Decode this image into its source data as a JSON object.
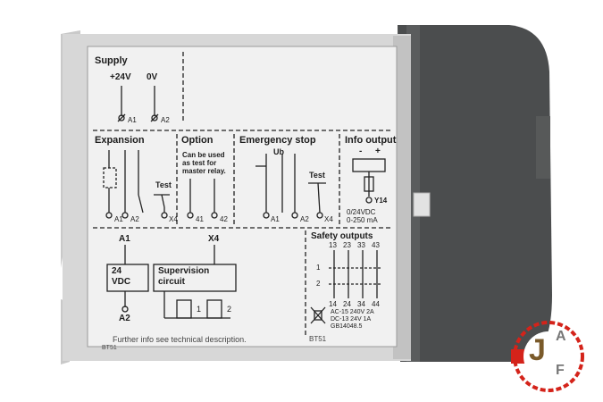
{
  "panel": {
    "supply": {
      "title": "Supply",
      "plus": "+24V",
      "zero": "0V",
      "t1": "A1",
      "t2": "A2"
    },
    "expansion": {
      "title": "Expansion",
      "test": "Test",
      "t1": "A1",
      "t2": "A2",
      "t3": "X4"
    },
    "option": {
      "title": "Option",
      "note": "Can be used\nas test for\nmaster relay.",
      "t1": "41",
      "t2": "42"
    },
    "estop": {
      "title": "Emergency stop",
      "ub": "Ub",
      "test": "Test",
      "t1": "A1",
      "t2": "A2",
      "t3": "X4"
    },
    "info": {
      "title": "Info output",
      "minus": "-",
      "plus": "+",
      "term": "Y14",
      "spec1": "0/24VDC",
      "spec2": "0-250 mA"
    },
    "circuit": {
      "a1": "A1",
      "x4": "X4",
      "a2": "A2",
      "psu1": "24",
      "psu2": "VDC",
      "sup1": "Supervision",
      "sup2": "circuit",
      "k1": "1",
      "k2": "2"
    },
    "safety": {
      "title": "Safety outputs",
      "top": [
        "13",
        "23",
        "33",
        "43"
      ],
      "bottom": [
        "14",
        "24",
        "34",
        "44"
      ],
      "row1": "1",
      "row2": "2",
      "spec1": "AC-15 240V 2A",
      "spec2": "DC-13 24V 1A",
      "spec3": "GB14048.5"
    },
    "footer": {
      "note": "Further info see technical description.",
      "model_left": "BT51",
      "model_right": "BT51"
    }
  },
  "logo": {
    "letters": [
      "J",
      "A",
      "F"
    ],
    "accent": "#d4231a"
  },
  "colors": {
    "panel": "#f1f1f1",
    "casing": "#4b4d4e",
    "housing": "#d6d6d6"
  }
}
